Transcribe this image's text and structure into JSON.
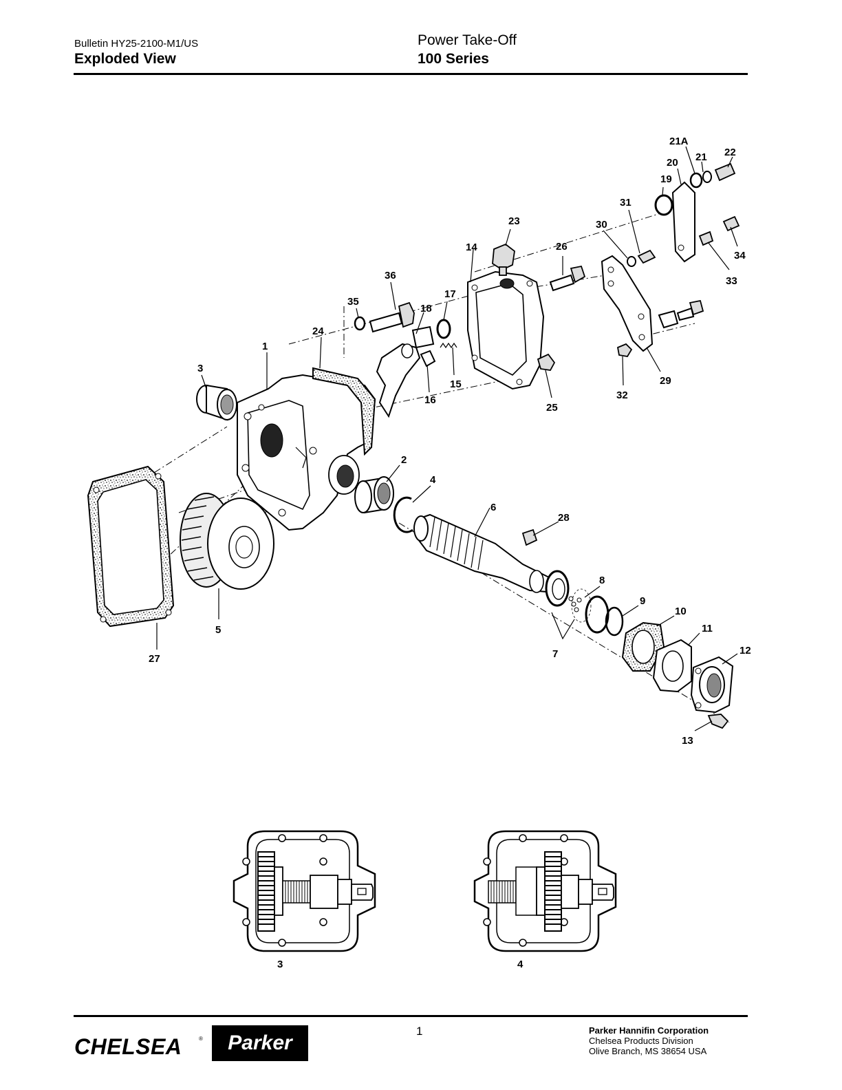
{
  "header": {
    "bulletin": "Bulletin HY25-2100-M1/US",
    "section": "Exploded View",
    "product_title": "Power Take-Off",
    "series": "100 Series"
  },
  "exploded_view": {
    "callouts": [
      "1",
      "2",
      "3",
      "4",
      "5",
      "6",
      "7",
      "8",
      "9",
      "10",
      "11",
      "12",
      "13",
      "14",
      "15",
      "16",
      "17",
      "18",
      "19",
      "20",
      "21",
      "21A",
      "22",
      "23",
      "24",
      "25",
      "26",
      "27",
      "28",
      "29",
      "30",
      "31",
      "32",
      "33",
      "34",
      "35",
      "36"
    ]
  },
  "assembly_views": [
    {
      "label": "3"
    },
    {
      "label": "4"
    }
  ],
  "footer": {
    "page_number": "1",
    "logo_chelsea": "CHELSEA",
    "logo_parker": "Parker",
    "company": "Parker Hannifin Corporation",
    "division": "Chelsea Products Division",
    "address": "Olive Branch, MS 38654  USA"
  }
}
